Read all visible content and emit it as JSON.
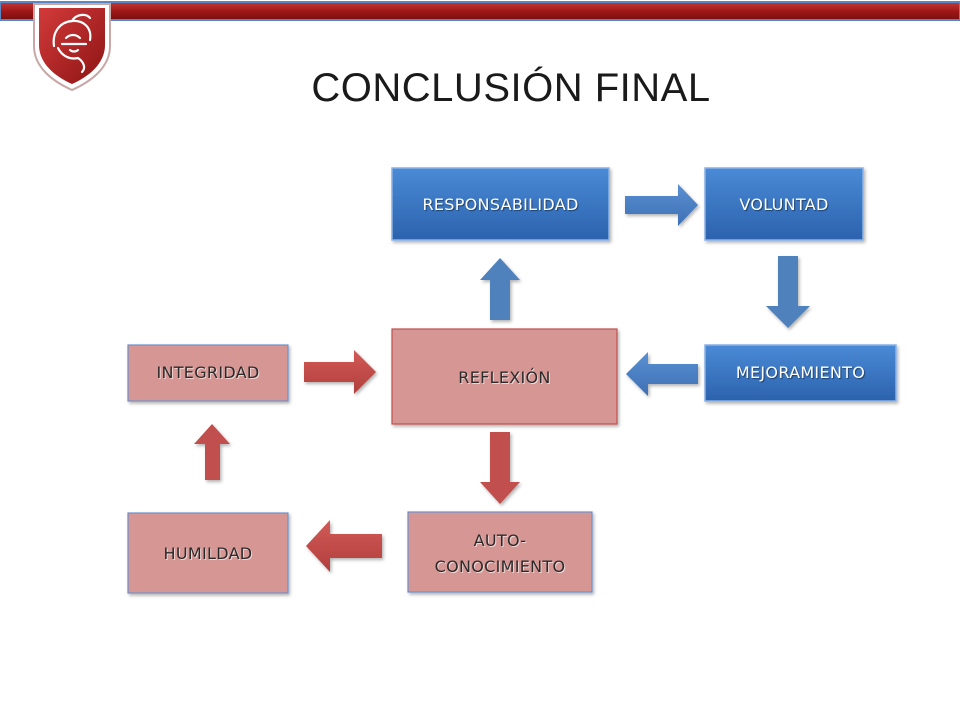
{
  "slide": {
    "title": "CONCLUSIÓN FINAL"
  },
  "diagram": {
    "nodes": {
      "responsabilidad": "RESPONSABILIDAD",
      "voluntad": "VOLUNTAD",
      "mejoramiento": "MEJORAMIENTO",
      "reflexion": "REFLEXIÓN",
      "integridad": "INTEGRIDAD",
      "autoconocimiento_line1": "AUTO-",
      "autoconocimiento_line2": "CONOCIMIENTO",
      "humildad": "HUMILDAD"
    },
    "flow": [
      "INTEGRIDAD → REFLEXIÓN",
      "REFLEXIÓN → RESPONSABILIDAD",
      "RESPONSABILIDAD → VOLUNTAD",
      "VOLUNTAD → MEJORAMIENTO",
      "MEJORAMIENTO → REFLEXIÓN",
      "REFLEXIÓN → AUTO-CONOCIMIENTO",
      "AUTO-CONOCIMIENTO → HUMILDAD",
      "HUMILDAD → INTEGRIDAD"
    ]
  },
  "colors": {
    "blue_box": "#3b78c4",
    "blue_border": "#6f9fdc",
    "red_box": "#d69694",
    "red_border": "#c0504d",
    "blue_arrow": "#4f81bd",
    "red_arrow": "#c0504d",
    "top_bar": "#a11d1d",
    "logo_red": "#b52424"
  },
  "icons": [
    "helmet-shield-logo-icon"
  ]
}
